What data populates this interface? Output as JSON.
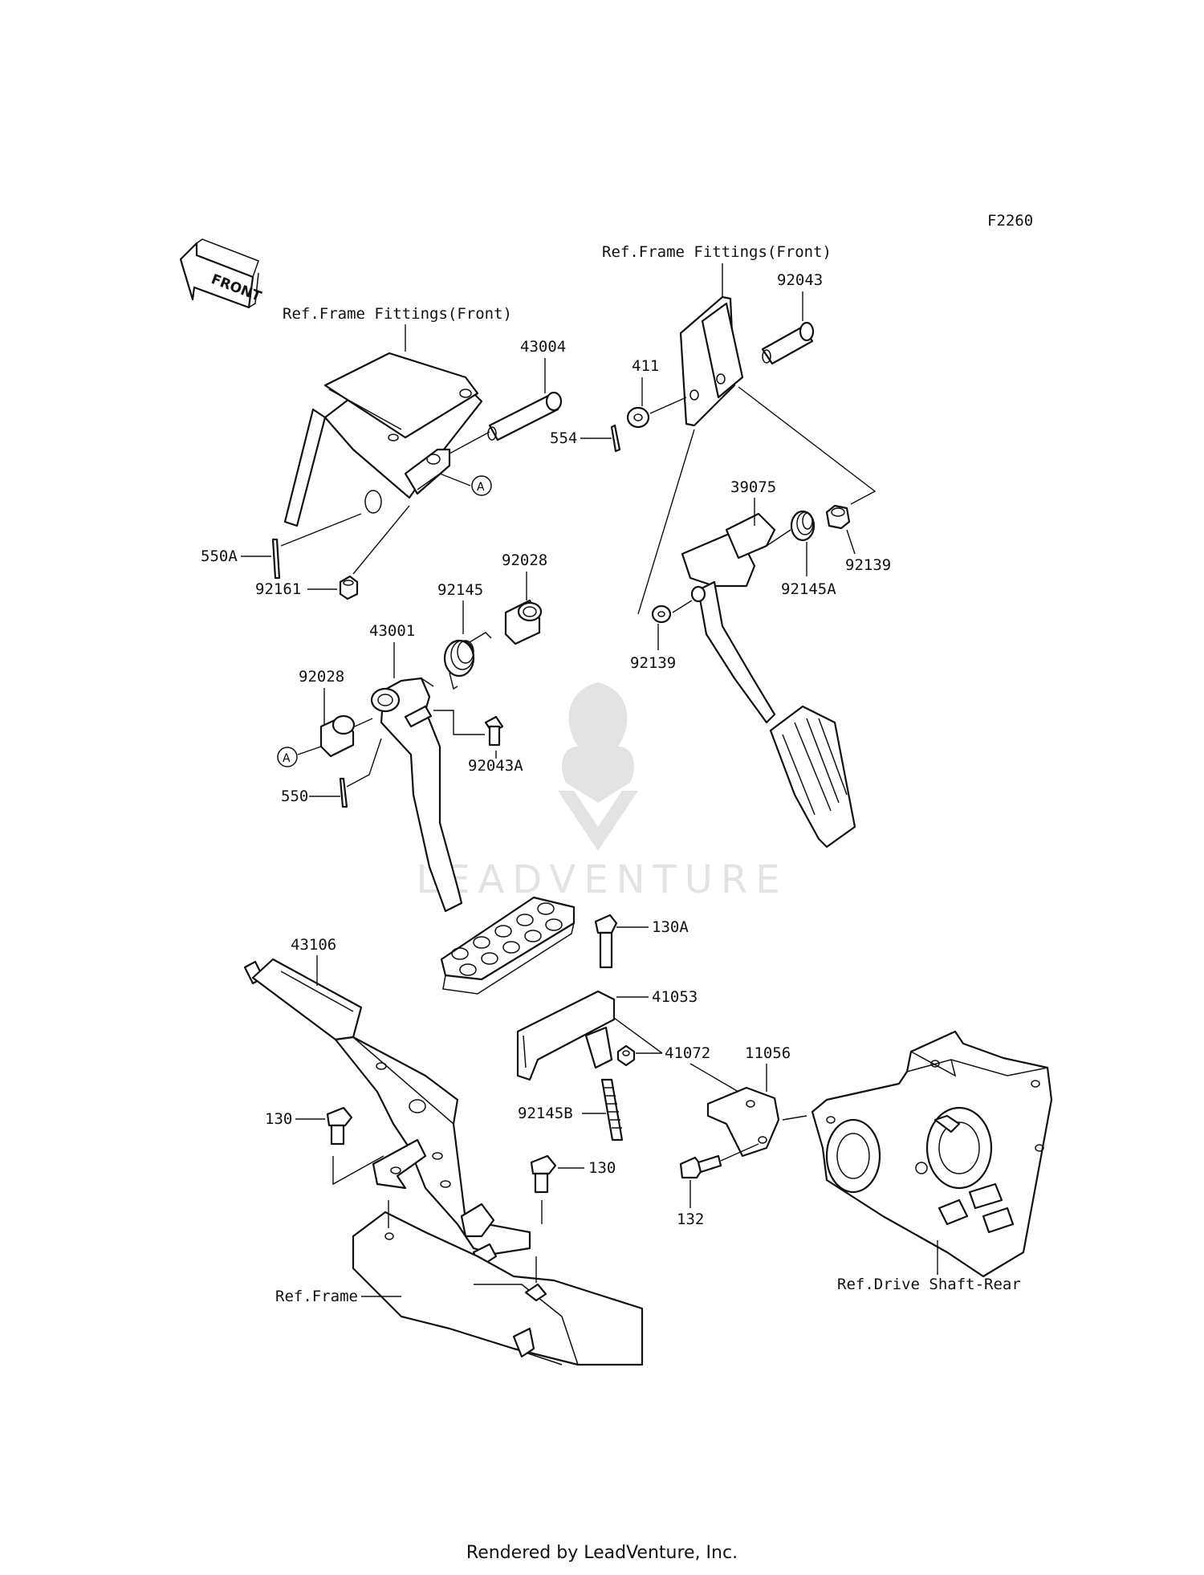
{
  "diagram_code": "F2260",
  "watermark": "LEADVENTURE",
  "front_arrow_label": "FRONT",
  "callout_marker": "A",
  "refs": {
    "frame_fittings_left": "Ref.Frame Fittings(Front)",
    "frame_fittings_right": "Ref.Frame Fittings(Front)",
    "frame": "Ref.Frame",
    "drive_shaft": "Ref.Drive Shaft-Rear"
  },
  "parts": {
    "p43004": "43004",
    "p554": "554",
    "p411": "411",
    "p92043": "92043",
    "p550A": "550A",
    "p92161": "92161",
    "p39075": "39075",
    "p92139_right": "92139",
    "p92145A": "92145A",
    "p92028_top": "92028",
    "p92145": "92145",
    "p43001": "43001",
    "p92028_left": "92028",
    "p92043A": "92043A",
    "p550": "550",
    "p92139_left": "92139",
    "p130A": "130A",
    "p41053": "41053",
    "p41072": "41072",
    "p11056": "11056",
    "p92145B": "92145B",
    "p43106": "43106",
    "p130_left": "130",
    "p130_right": "130",
    "p132": "132"
  },
  "footer": "Rendered by LeadVenture, Inc."
}
